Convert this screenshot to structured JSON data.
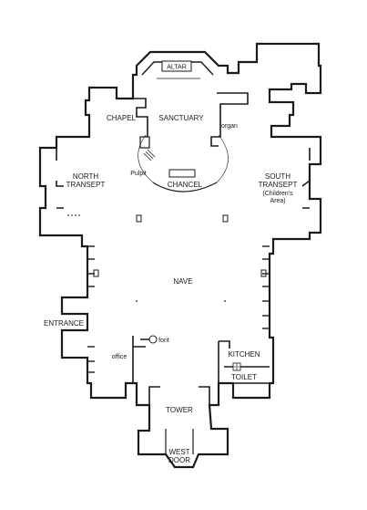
{
  "labels": {
    "altar": "ALTAR",
    "sanctuary": "SANCTUARY",
    "chapel": "CHAPEL",
    "organ": "organ",
    "pulpit": "Pulpit",
    "chancel": "CHANCEL",
    "north_transept_1": "NORTH",
    "north_transept_2": "TRANSEPT",
    "south_transept_1": "SOUTH",
    "south_transept_2": "TRANSEPT",
    "south_transept_3": "(Children's",
    "south_transept_4": "Area)",
    "nave": "NAVE",
    "entrance": "ENTRANCE",
    "font": "font",
    "office": "office",
    "kitchen": "KITCHEN",
    "toilet": "TOILET",
    "tower": "TOWER",
    "west_door_1": "WEST",
    "west_door_2": "DOOR"
  },
  "colors": {
    "wall": "#1a1a1a",
    "fill": "#ffffff"
  }
}
